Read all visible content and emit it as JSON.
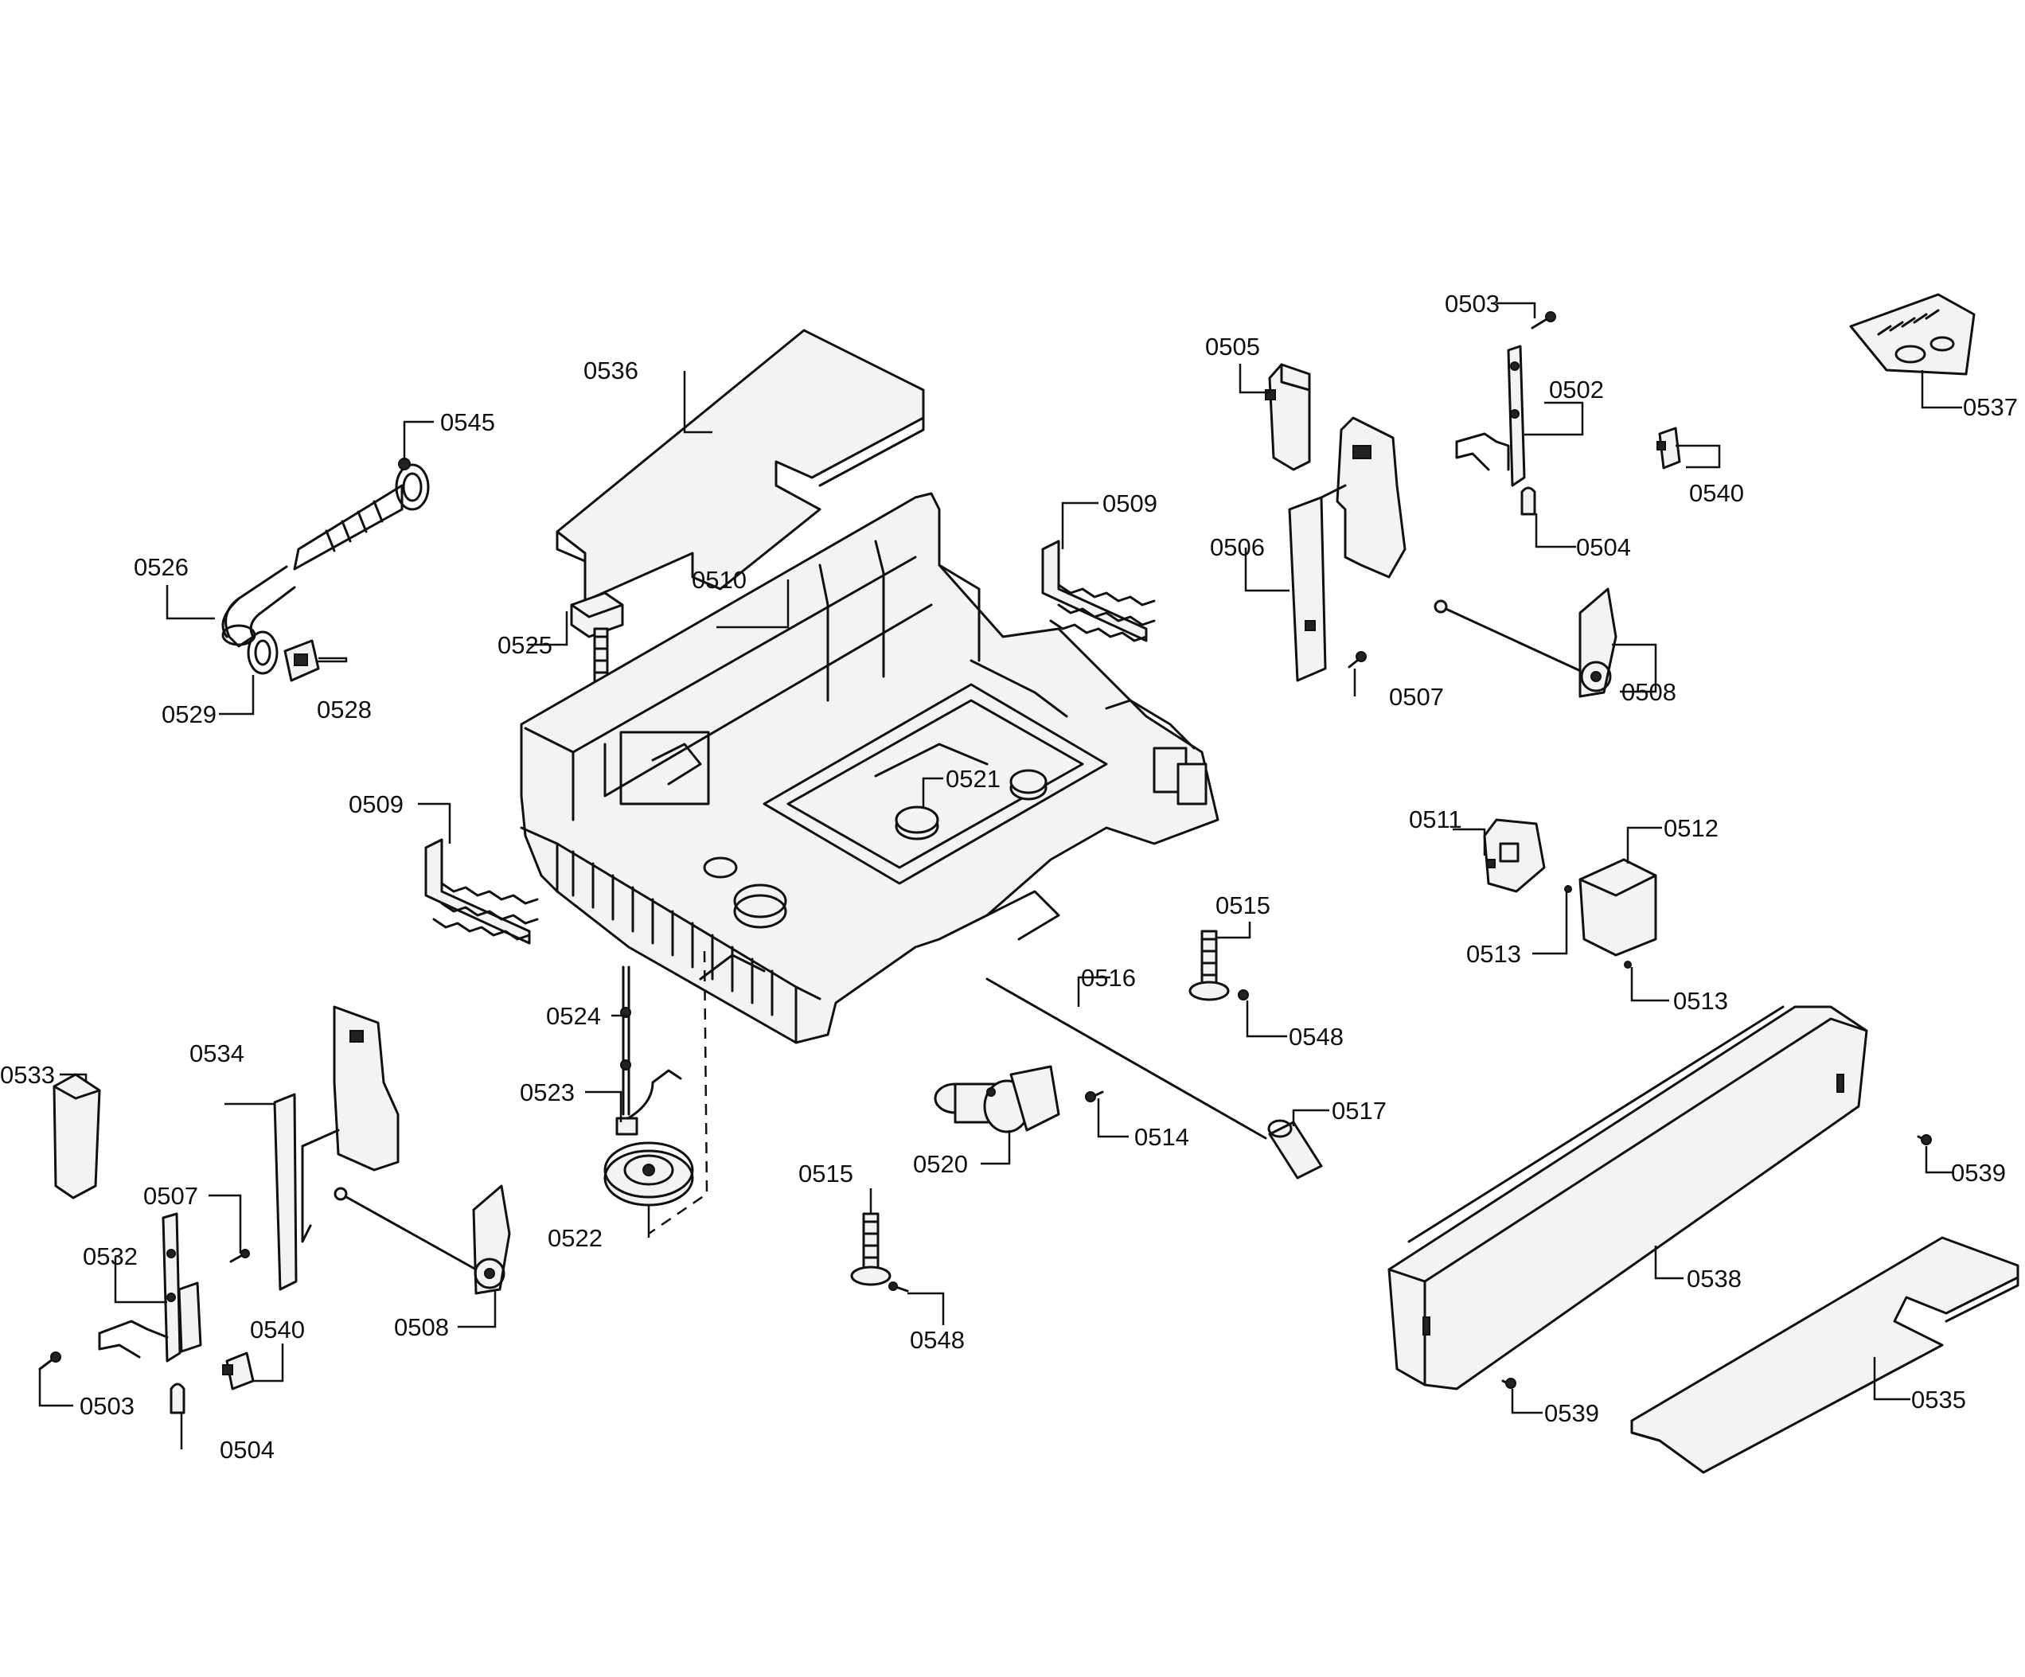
{
  "callouts": [
    {
      "id": "c0503a",
      "text": "0503"
    },
    {
      "id": "c0505",
      "text": "0505"
    },
    {
      "id": "c0502",
      "text": "0502"
    },
    {
      "id": "c0537",
      "text": "0537"
    },
    {
      "id": "c0536",
      "text": "0536"
    },
    {
      "id": "c0545",
      "text": "0545"
    },
    {
      "id": "c0540a",
      "text": "0540"
    },
    {
      "id": "c0509a",
      "text": "0509"
    },
    {
      "id": "c0506",
      "text": "0506"
    },
    {
      "id": "c0504a",
      "text": "0504"
    },
    {
      "id": "c0526",
      "text": "0526"
    },
    {
      "id": "c0510",
      "text": "0510"
    },
    {
      "id": "c0525",
      "text": "0525"
    },
    {
      "id": "c0508a",
      "text": "0508"
    },
    {
      "id": "c0507a",
      "text": "0507"
    },
    {
      "id": "c0528",
      "text": "0528"
    },
    {
      "id": "c0529",
      "text": "0529"
    },
    {
      "id": "c0521",
      "text": "0521"
    },
    {
      "id": "c0509b",
      "text": "0509"
    },
    {
      "id": "c0511",
      "text": "0511"
    },
    {
      "id": "c0512",
      "text": "0512"
    },
    {
      "id": "c0515a",
      "text": "0515"
    },
    {
      "id": "c0513a",
      "text": "0513"
    },
    {
      "id": "c0516",
      "text": "0516"
    },
    {
      "id": "c0524",
      "text": "0524"
    },
    {
      "id": "c0513b",
      "text": "0513"
    },
    {
      "id": "c0548a",
      "text": "0548"
    },
    {
      "id": "c0533",
      "text": "0533"
    },
    {
      "id": "c0534",
      "text": "0534"
    },
    {
      "id": "c0523",
      "text": "0523"
    },
    {
      "id": "c0517",
      "text": "0517"
    },
    {
      "id": "c0514",
      "text": "0514"
    },
    {
      "id": "c0539a",
      "text": "0539"
    },
    {
      "id": "c0520",
      "text": "0520"
    },
    {
      "id": "c0507b",
      "text": "0507"
    },
    {
      "id": "c0515b",
      "text": "0515"
    },
    {
      "id": "c0522",
      "text": "0522"
    },
    {
      "id": "c0532",
      "text": "0532"
    },
    {
      "id": "c0538",
      "text": "0538"
    },
    {
      "id": "c0508b",
      "text": "0508"
    },
    {
      "id": "c0540b",
      "text": "0540"
    },
    {
      "id": "c0548b",
      "text": "0548"
    },
    {
      "id": "c0535",
      "text": "0535"
    },
    {
      "id": "c0503b",
      "text": "0503"
    },
    {
      "id": "c0539b",
      "text": "0539"
    },
    {
      "id": "c0504b",
      "text": "0504"
    }
  ]
}
